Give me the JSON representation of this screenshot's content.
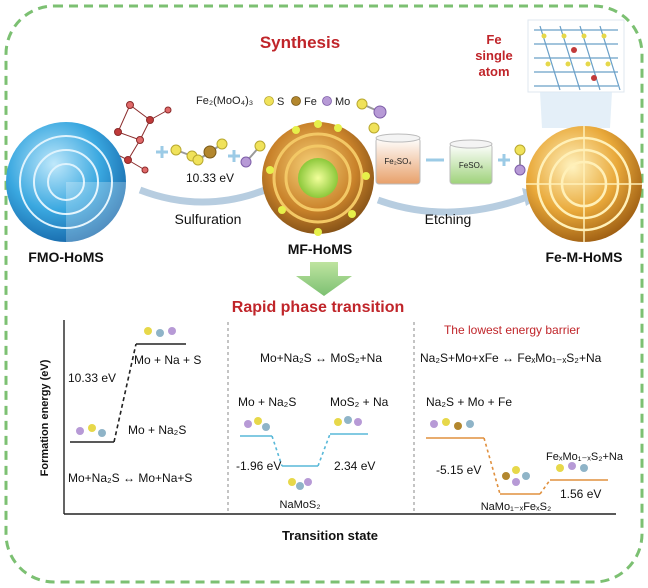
{
  "top": {
    "synthesis_title": "Synthesis",
    "fe_single_atom": [
      "Fe",
      "single",
      "atom"
    ],
    "legend": {
      "formula": "Fe₂(MoO₄)₃",
      "s": "S",
      "fe": "Fe",
      "mo": "Mo"
    },
    "energy_label": "10.33 eV",
    "sulfuration_label": "Sulfuration",
    "etching_label": "Etching",
    "beaker_left": "Fe₂SO₄",
    "beaker_right": "FeSO₄",
    "fmo_label": "FMO-HoMS",
    "mf_label": "MF-HoMS",
    "femhoms_label": "Fe-M-HoMS"
  },
  "bottom": {
    "title": "Rapid phase transition",
    "y_axis_label": "Formation energy (eV)",
    "x_axis_label": "Transition state",
    "panel1": {
      "top_state": "Mo + Na + S",
      "energy": "10.33 eV",
      "bottom_state": "Mo + Na₂S",
      "reaction": "Mo+Na₂S ↔ Mo+Na+S"
    },
    "panel2": {
      "reaction": "Mo+Na₂S ↔ MoS₂+Na",
      "left_state": "Mo + Na₂S",
      "right_state": "MoS₂ + Na",
      "left_energy": "-1.96 eV",
      "right_energy": "2.34 eV",
      "intermediate": "NaMoS₂"
    },
    "panel3": {
      "header": "The lowest energy barrier",
      "reaction": "Na₂S+Mo+xFe ↔ FeₓMo₁₋ₓS₂+Na",
      "left_state": "Na₂S + Mo + Fe",
      "left_energy": "-5.15 eV",
      "right_state": "FeₓMo₁₋ₓS₂+Na",
      "right_energy": "1.56 eV",
      "intermediate": "NaMo₁₋ₓFeₓS₂"
    }
  },
  "colors": {
    "title_red": "#c0252a",
    "border_green": "#7cc072",
    "arrow_blue": "#b7cde0",
    "orange_line": "#e0903e",
    "cyan_line": "#58b8d8",
    "blue_sphere": "#3aa8e0",
    "gold_sphere": "#e9a93a"
  }
}
